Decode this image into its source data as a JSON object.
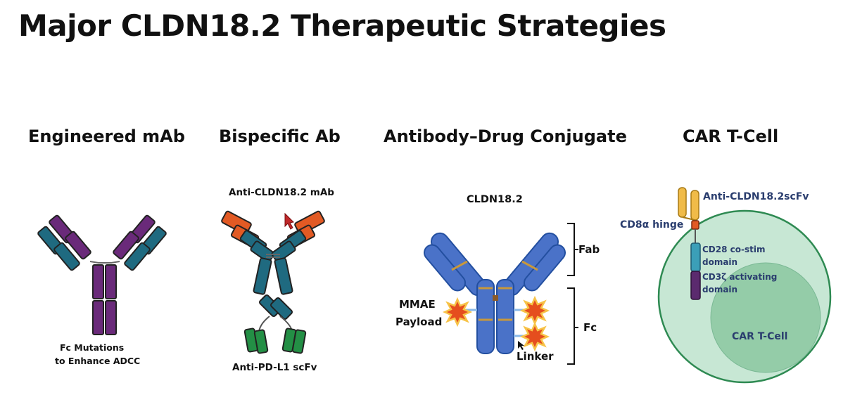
{
  "title": "Major CLDN18.2 Therapeutic Strategies",
  "panels": [
    {
      "title": "Engineered mAb",
      "caption_line1": "Fc Mutations",
      "caption_line2": "to Enhance ADCC"
    },
    {
      "title": "Bispecific Ab",
      "top_label": "Anti-CLDN18.2 mAb",
      "bottom_label": "Anti-PD-L1 scFv"
    },
    {
      "title": "Antibody–Drug Conjugate",
      "target_label": "CLDN18.2",
      "fab_label": "Fab",
      "fc_label": "Fc",
      "payload_line1": "MMAE",
      "payload_line2": "Payload",
      "linker_label": "Linker"
    },
    {
      "title": "CAR T-Cell",
      "scfv_label": "Anti-CLDN18.2scFv",
      "hinge_label": "CD8α hinge",
      "costim_line1": "CD28 co-stim",
      "costim_line2": "domain",
      "activating_line1": "CD3ζ activating",
      "activating_line2": "domain",
      "cell_label": "CAR T-Cell"
    }
  ],
  "colors": {
    "purple": "#6a2a7a",
    "teal": "#1f6a80",
    "orange": "#e25a24",
    "green": "#238f45",
    "blue": "#4a72c8",
    "blue_dark": "#234fa0",
    "tan": "#c8983c",
    "star": "#e54e1e",
    "star_glow": "#f7c348",
    "gold": "#f0bb48",
    "cell_outer": "#c7e7d4",
    "cell_inner": "#94cca8",
    "cd28": "#3b9fb8",
    "cd3z": "#5b2a6e",
    "label_blue": "#2a3d6e"
  }
}
